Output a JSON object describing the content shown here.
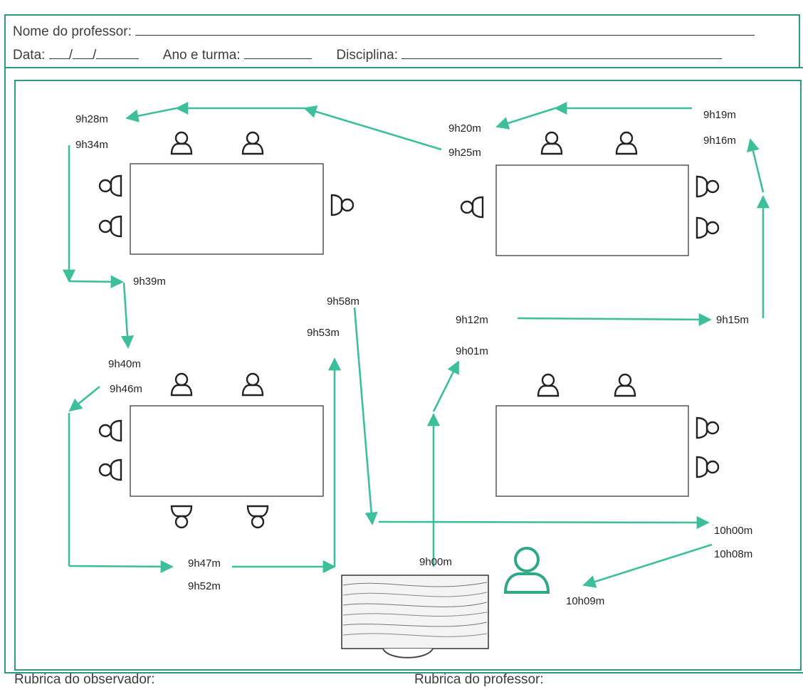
{
  "header": {
    "teacher_label": "Nome do professor:",
    "date_label": "Data:",
    "date_sep1": "/",
    "date_sep2": "/",
    "class_label": "Ano e turma:",
    "subject_label": "Disciplina:"
  },
  "footer": {
    "observer_signature_label": "Rubrica do observador:",
    "teacher_signature_label": "Rubrica do professor:"
  },
  "colors": {
    "accent": "#3dbf9c",
    "frame": "#2a9a80",
    "table_stroke": "#555555"
  },
  "icons": {
    "student": "person-icon",
    "teacher": "teacher-icon",
    "board": "teacher-desk"
  },
  "timestamps": {
    "t0900": "9h00m",
    "t0901": "9h01m",
    "t0912": "9h12m",
    "t0915": "9h15m",
    "t0916": "9h16m",
    "t0919": "9h19m",
    "t0920": "9h20m",
    "t0925": "9h25m",
    "t0928": "9h28m",
    "t0934": "9h34m",
    "t0939": "9h39m",
    "t0940": "9h40m",
    "t0946": "9h46m",
    "t0947": "9h47m",
    "t0952": "9h52m",
    "t0953": "9h53m",
    "t0958": "9h58m",
    "t1000": "10h00m",
    "t1008": "10h08m",
    "t1009": "10h09m"
  }
}
